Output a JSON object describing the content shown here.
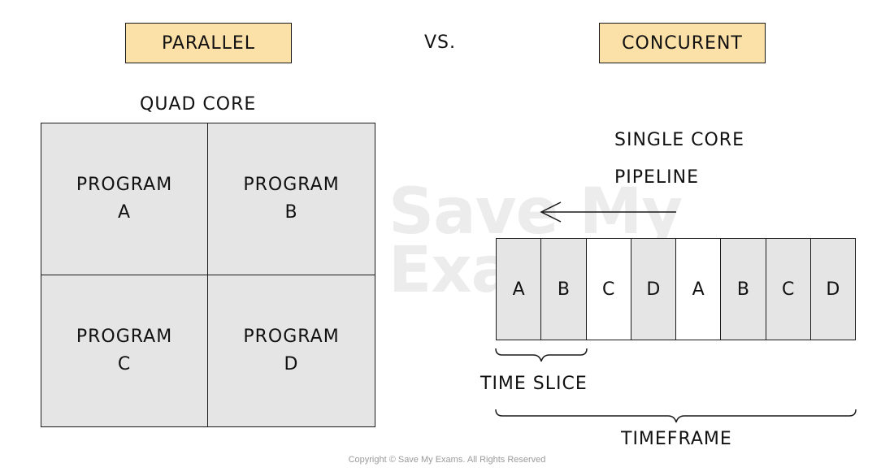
{
  "header": {
    "left_label": "PARALLEL",
    "vs_label": "VS.",
    "right_label": "CONCURENT"
  },
  "parallel": {
    "title": "QUAD CORE",
    "programs": [
      {
        "word": "PROGRAM",
        "letter": "A"
      },
      {
        "word": "PROGRAM",
        "letter": "B"
      },
      {
        "word": "PROGRAM",
        "letter": "C"
      },
      {
        "word": "PROGRAM",
        "letter": "D"
      }
    ]
  },
  "concurrent": {
    "title_line1": "SINGLE CORE",
    "title_line2": "PIPELINE",
    "slots": [
      "A",
      "B",
      "C",
      "D",
      "A",
      "B",
      "C",
      "D"
    ],
    "time_slice_label": "TIME SLICE",
    "timeframe_label": "TIMEFRAME"
  },
  "watermark": {
    "line1": "Save My",
    "line2": "Exams"
  },
  "copyright": "Copyright © Save My Exams. All Rights Reserved"
}
